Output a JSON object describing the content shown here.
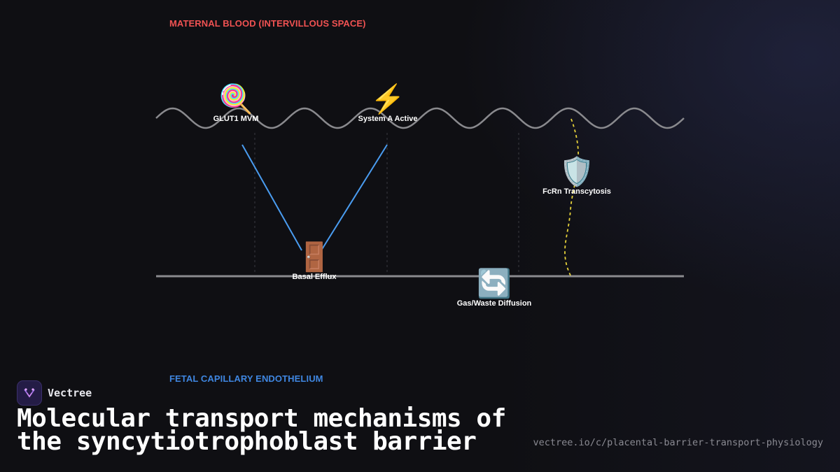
{
  "diagram": {
    "maternal_label": "MATERNAL BLOOD (INTERVILLOUS SPACE)",
    "fetal_label": "FETAL CAPILLARY ENDOTHELIUM",
    "nodes": [
      {
        "icon": "🍭",
        "icon_name": "lollipop-icon",
        "label": "GLUT1 MVM"
      },
      {
        "icon": "⚡",
        "icon_name": "lightning-icon",
        "label": "System A Active"
      },
      {
        "icon": "🛡️",
        "icon_name": "shield-icon",
        "label": "FcRn Transcytosis"
      },
      {
        "icon": "🚪",
        "icon_name": "door-icon",
        "label": "Basal Efflux"
      },
      {
        "icon": "🔄",
        "icon_name": "cycle-arrows-icon",
        "label": "Gas/Waste Diffusion"
      }
    ],
    "colors": {
      "maternal": "#f05252",
      "fetal": "#3f86e0",
      "membrane": "#8a8a8e",
      "transport_line": "#4a9cf0",
      "transcytosis_path": "#e6d23a"
    }
  },
  "brand": {
    "name": "Vectree",
    "title": "Molecular transport mechanisms of the syncytiotrophoblast barrier",
    "url": "vectree.io/c/placental-barrier-transport-physiology"
  }
}
